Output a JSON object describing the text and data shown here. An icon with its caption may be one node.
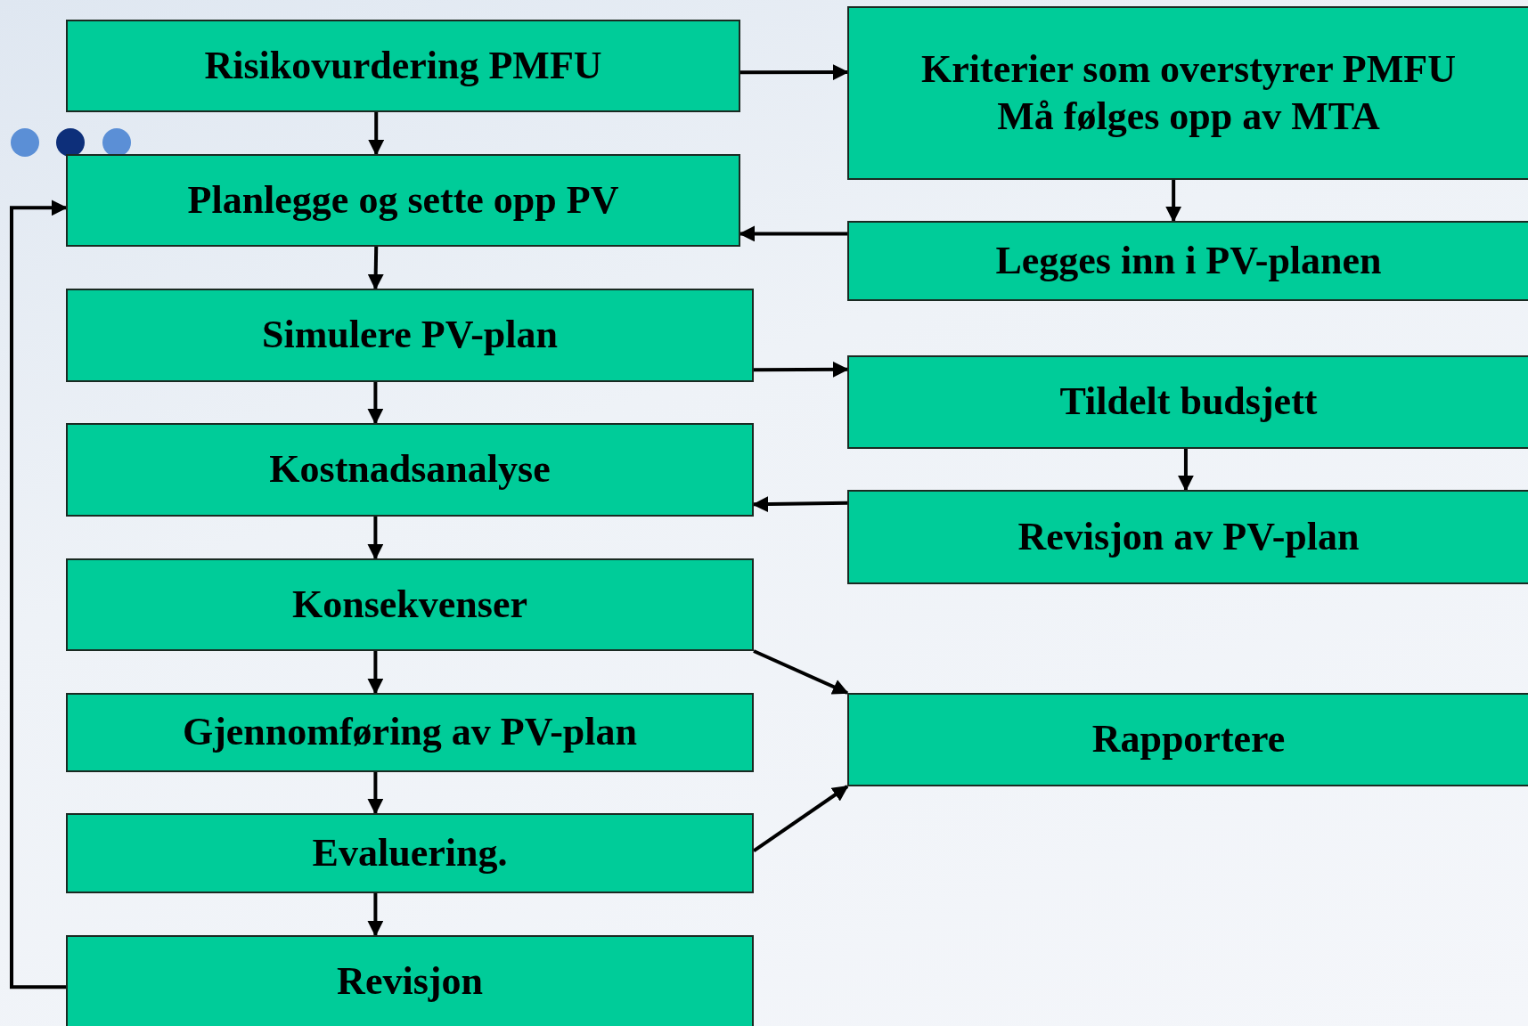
{
  "diagram": {
    "nodes": [
      {
        "text": [
          "Risikovurdering PMFU"
        ]
      },
      {
        "text": [
          "Planlegge og sette opp PV"
        ]
      },
      {
        "text": [
          "Simulere PV-plan"
        ]
      },
      {
        "text": [
          "Kostnadsanalyse"
        ]
      },
      {
        "text": [
          "Konsekvenser"
        ]
      },
      {
        "text": [
          "Gjennomføring av PV-plan"
        ]
      },
      {
        "text": [
          "Evaluering."
        ]
      },
      {
        "text": [
          "Revisjon"
        ]
      },
      {
        "text": [
          "Kriterier som overstyrer PMFU",
          "Må følges opp av MTA"
        ]
      },
      {
        "text": [
          "Legges inn i PV-planen"
        ]
      },
      {
        "text": [
          "Tildelt budsjett"
        ]
      },
      {
        "text": [
          "Revisjon av PV-plan"
        ]
      },
      {
        "text": [
          "Rapportere"
        ]
      }
    ],
    "edges": [
      {
        "from": 0,
        "to": 1,
        "arrow": "to"
      },
      {
        "from": 1,
        "to": 2,
        "arrow": "to"
      },
      {
        "from": 2,
        "to": 3,
        "arrow": "to"
      },
      {
        "from": 3,
        "to": 4,
        "arrow": "to"
      },
      {
        "from": 4,
        "to": 5,
        "arrow": "to"
      },
      {
        "from": 5,
        "to": 6,
        "arrow": "to"
      },
      {
        "from": 6,
        "to": 7,
        "arrow": "to"
      },
      {
        "from": 0,
        "to": 8,
        "arrow": "to"
      },
      {
        "from": 8,
        "to": 9,
        "arrow": "to"
      },
      {
        "from": 9,
        "to": 1,
        "arrow": "to"
      },
      {
        "from": 2,
        "to": 10,
        "arrow": "to"
      },
      {
        "from": 10,
        "to": 11,
        "arrow": "to"
      },
      {
        "from": 11,
        "to": 3,
        "arrow": "to"
      },
      {
        "from": 4,
        "to": 12,
        "arrow": "to"
      },
      {
        "from": 6,
        "to": 12,
        "arrow": "to"
      },
      {
        "from": 7,
        "to": 1,
        "arrow": "to"
      }
    ]
  }
}
